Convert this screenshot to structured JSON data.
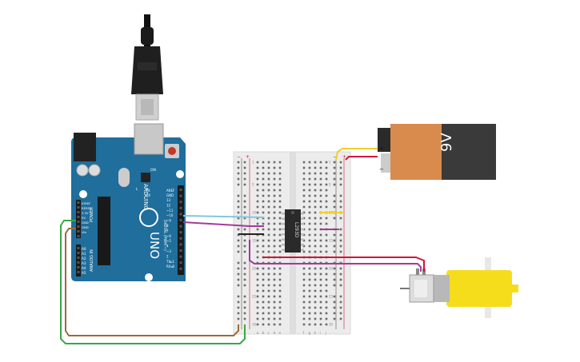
{
  "battery": {
    "label": "9V",
    "plus": "+",
    "minus": "−"
  },
  "ic": {
    "label": "L293D"
  },
  "arduino": {
    "brand": "ARDUINO",
    "model": "UNO",
    "analog_in": "ANALOG IN",
    "power": "POWER",
    "digital": "DIGITAL (PWM ~)",
    "tx": "TX",
    "rx": "RX",
    "l": "L",
    "on": "ON",
    "ioref": "IOREF",
    "reset": "RESET",
    "v33": "3.3V",
    "v5": "5V",
    "gnd": "GND",
    "vin": "Vin",
    "aref": "AREF",
    "analog_pins": [
      "A0",
      "A1",
      "A2",
      "A3",
      "A4",
      "A5"
    ],
    "digital_pins": [
      "13",
      "12",
      "~11",
      "~10",
      "~9",
      "8",
      "7",
      "~6",
      "~5",
      "4",
      "~3",
      "2",
      "TX▸1",
      "RX◂0"
    ]
  },
  "breadboard": {
    "col_nums_left": [
      "1",
      "5",
      "10",
      "15",
      "20",
      "25",
      "30"
    ],
    "rows_left": "abcde",
    "rows_right": "fghij",
    "rail_plus": "+",
    "rail_minus": "−"
  },
  "colors": {
    "arduino_board": "#1f6e9c",
    "breadboard": "#ececec",
    "wire_cyan": "#7fc8e0",
    "wire_purple": "#a33a9a",
    "wire_red": "#d0163c",
    "wire_yellow": "#f2cf2a",
    "wire_green": "#39a845",
    "wire_brown": "#9a6a3a",
    "motor_yellow": "#f5dd1c",
    "battery_body": "#3a3a3a",
    "battery_label": "#d98b4e"
  }
}
